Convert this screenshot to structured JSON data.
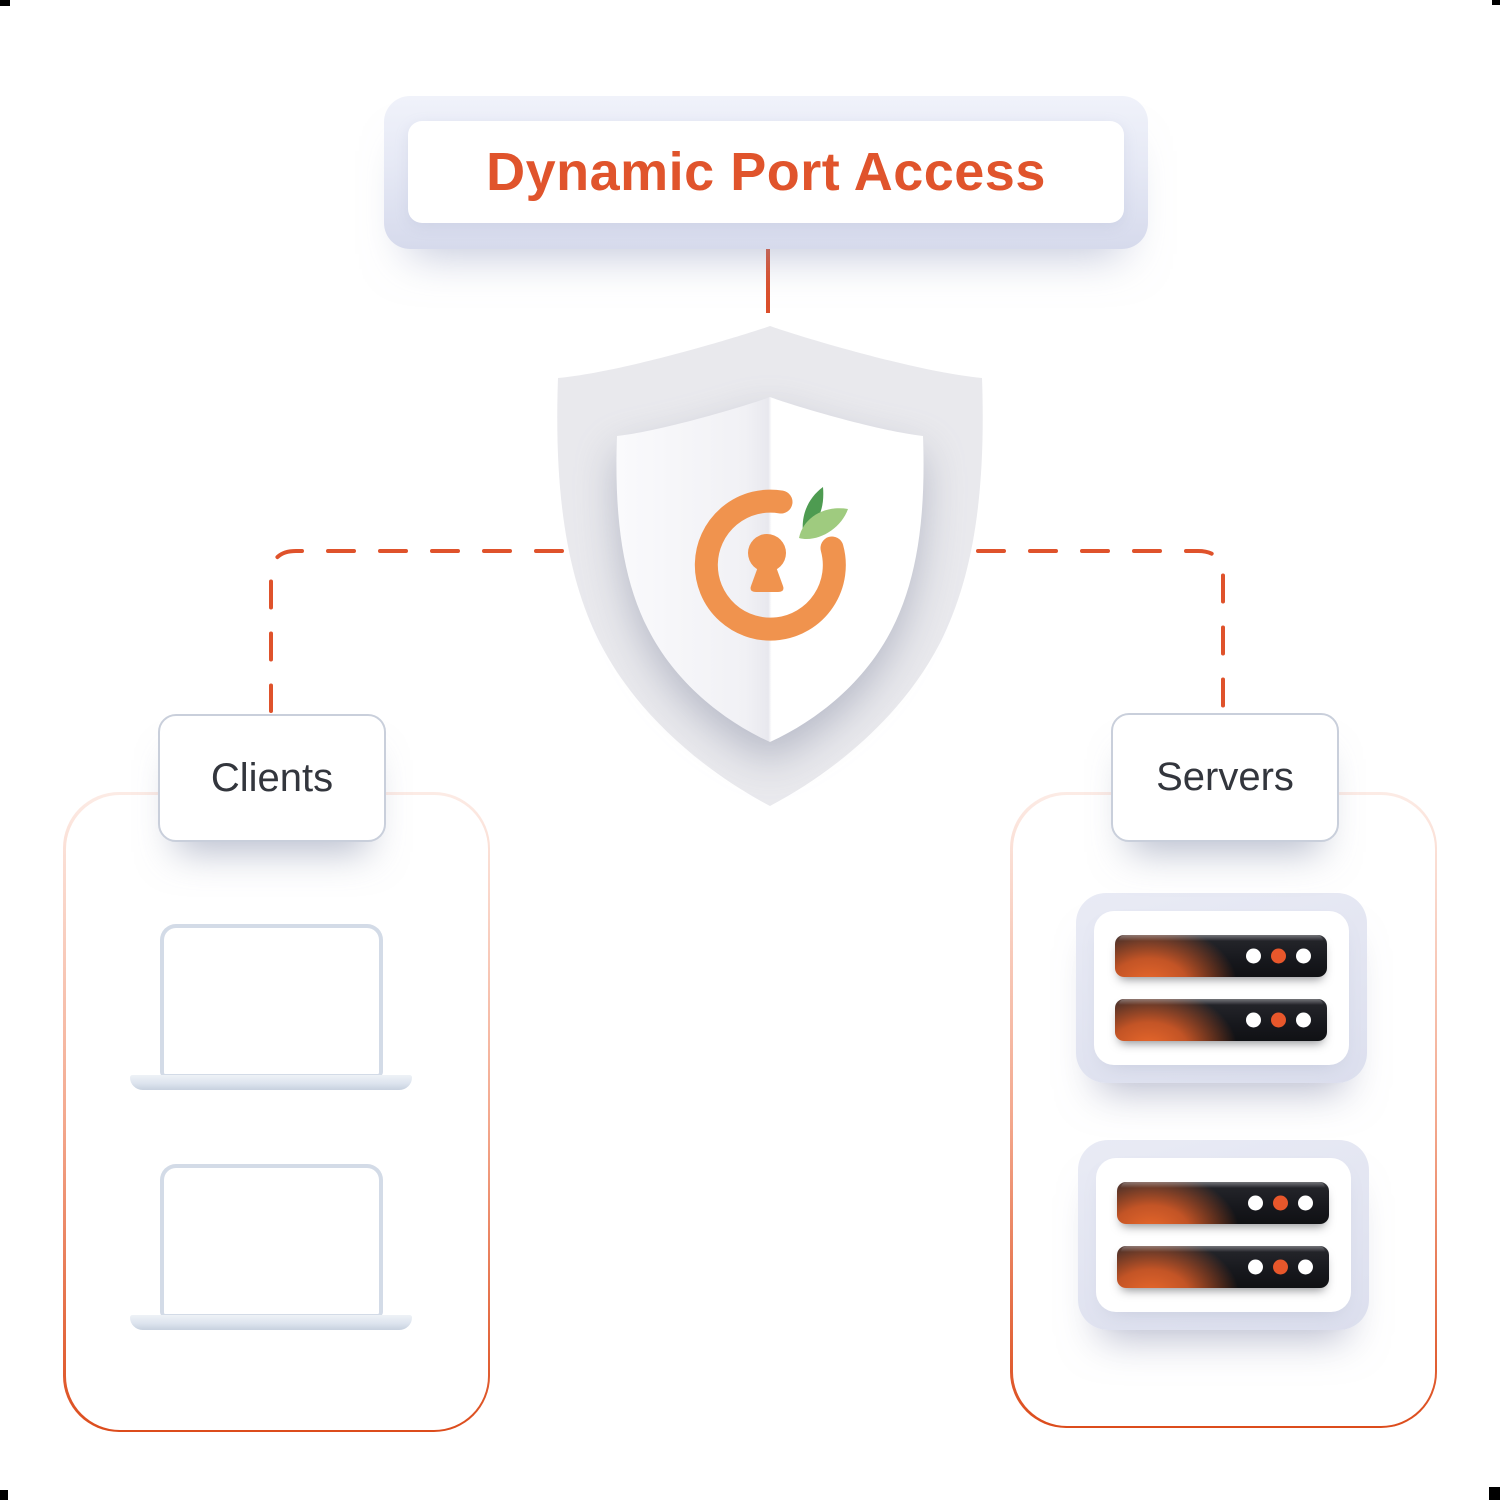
{
  "diagram": {
    "title": {
      "label": "Dynamic Port Access"
    },
    "hub": {
      "icon": "shield-lock-leaf-icon",
      "description": "security shield with orange lock ring, keyhole and green leaf"
    },
    "clients": {
      "label": "Clients",
      "devices": [
        "laptop",
        "laptop"
      ]
    },
    "servers": {
      "label": "Servers",
      "racks": [
        {
          "units": 2
        },
        {
          "units": 2
        }
      ]
    },
    "connector_style": "dashed-orange",
    "colors": {
      "title_text": "#E0542C",
      "connector": "#DF522B",
      "ring": "#F0934E",
      "leaf_dark": "#4E9B51",
      "leaf_light": "#9FCB7F",
      "server_dot": "#E8572B",
      "label_text": "#33363D"
    }
  }
}
